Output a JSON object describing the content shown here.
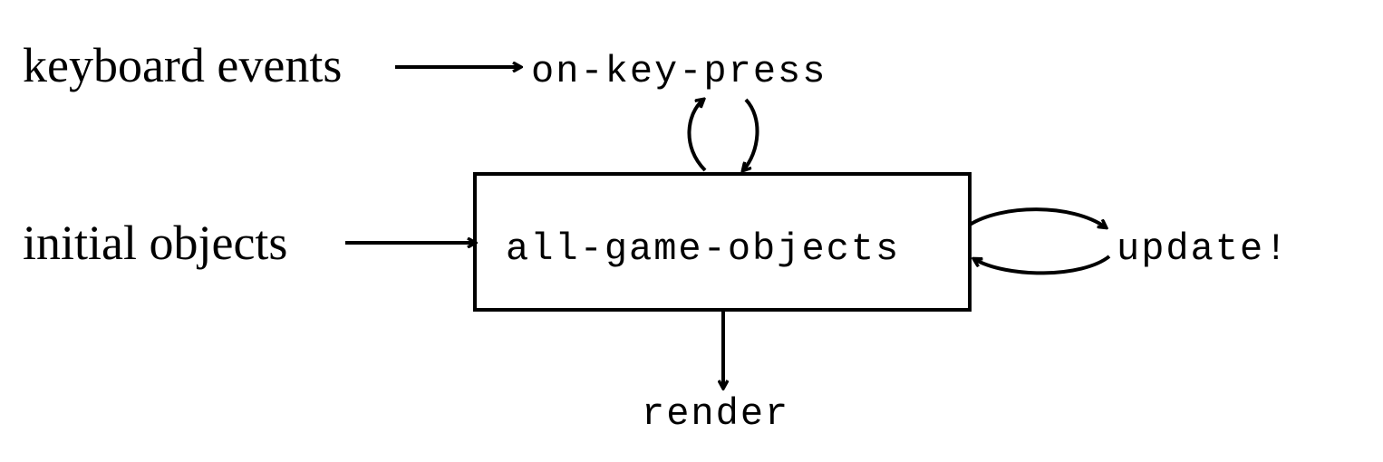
{
  "diagram": {
    "inputs": {
      "keyboard_events": "keyboard events",
      "initial_objects": "initial objects"
    },
    "nodes": {
      "on_key_press": "on-key-press",
      "all_game_objects": "all-game-objects",
      "update": "update!",
      "render": "render"
    }
  }
}
